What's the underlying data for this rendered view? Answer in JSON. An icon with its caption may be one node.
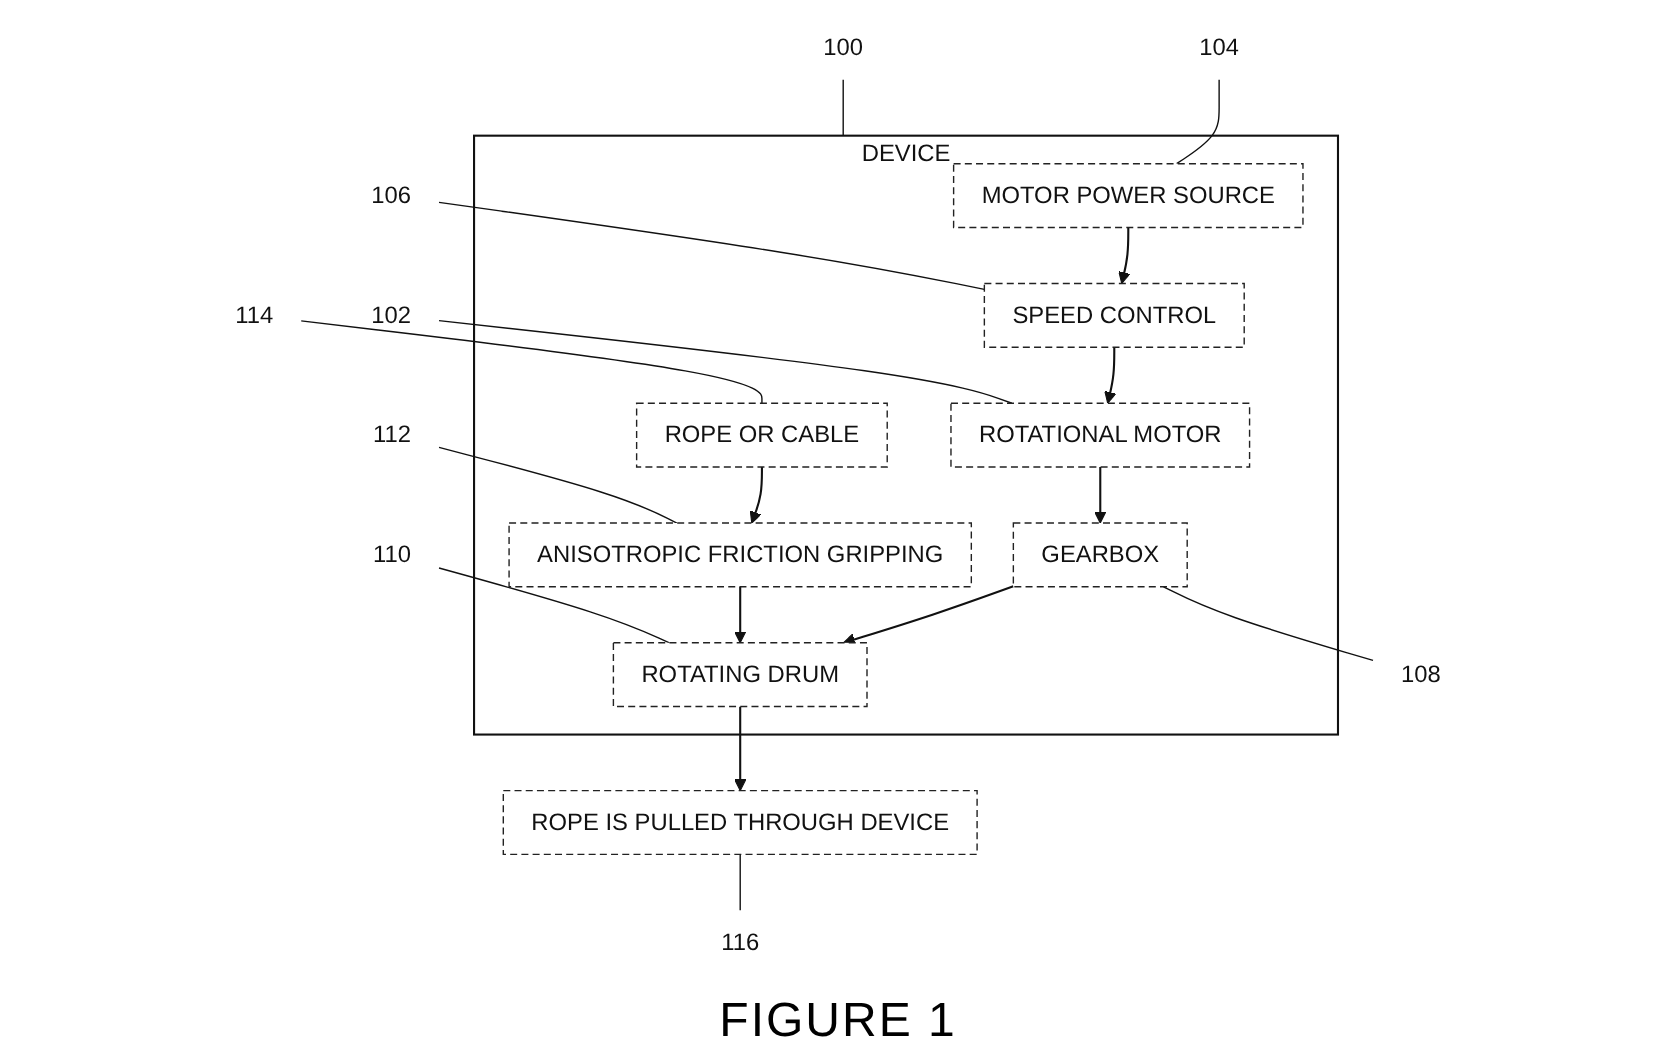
{
  "diagram": {
    "caption": "FIGURE 1",
    "nodes": [
      {
        "text": [
          "DEVICE"
        ]
      },
      {
        "text": [
          "MOTOR POWER SOURCE"
        ],
        "in": 0
      },
      {
        "text": [
          "SPEED CONTROL"
        ],
        "in": 0
      },
      {
        "text": [
          "ROTATIONAL MOTOR"
        ],
        "in": 0
      },
      {
        "text": [
          "GEARBOX"
        ],
        "in": 0
      },
      {
        "text": [
          "ROPE OR CABLE"
        ],
        "in": 0
      },
      {
        "text": [
          "ANISOTROPIC FRICTION GRIPPING"
        ],
        "in": 0
      },
      {
        "text": [
          "ROTATING DRUM"
        ],
        "in": 0
      },
      {
        "text": [
          "ROPE IS PULLED THROUGH DEVICE"
        ]
      },
      {
        "text": [
          "100"
        ]
      },
      {
        "text": [
          "104"
        ]
      },
      {
        "text": [
          "106"
        ]
      },
      {
        "text": [
          "102"
        ]
      },
      {
        "text": [
          "108"
        ]
      },
      {
        "text": [
          "114"
        ]
      },
      {
        "text": [
          "112"
        ]
      },
      {
        "text": [
          "110"
        ]
      },
      {
        "text": [
          "116"
        ]
      }
    ],
    "edges": [
      {
        "from": 1,
        "to": 2,
        "arrow": "to"
      },
      {
        "from": 2,
        "to": 3,
        "arrow": "to"
      },
      {
        "from": 3,
        "to": 4,
        "arrow": "to"
      },
      {
        "from": 4,
        "to": 7,
        "arrow": "to"
      },
      {
        "from": 5,
        "to": 6,
        "arrow": "to"
      },
      {
        "from": 6,
        "to": 7,
        "arrow": "to"
      },
      {
        "from": 7,
        "to": 8,
        "arrow": "to"
      },
      {
        "from": 9,
        "to": 0,
        "arrow": "none"
      },
      {
        "from": 10,
        "to": 1,
        "arrow": "none"
      },
      {
        "from": 11,
        "to": 2,
        "arrow": "none"
      },
      {
        "from": 12,
        "to": 3,
        "arrow": "none"
      },
      {
        "from": 4,
        "to": 13,
        "arrow": "none"
      },
      {
        "from": 14,
        "to": 5,
        "arrow": "none"
      },
      {
        "from": 15,
        "to": 6,
        "arrow": "none"
      },
      {
        "from": 16,
        "to": 7,
        "arrow": "none"
      },
      {
        "from": 8,
        "to": 17,
        "arrow": "none"
      }
    ]
  }
}
